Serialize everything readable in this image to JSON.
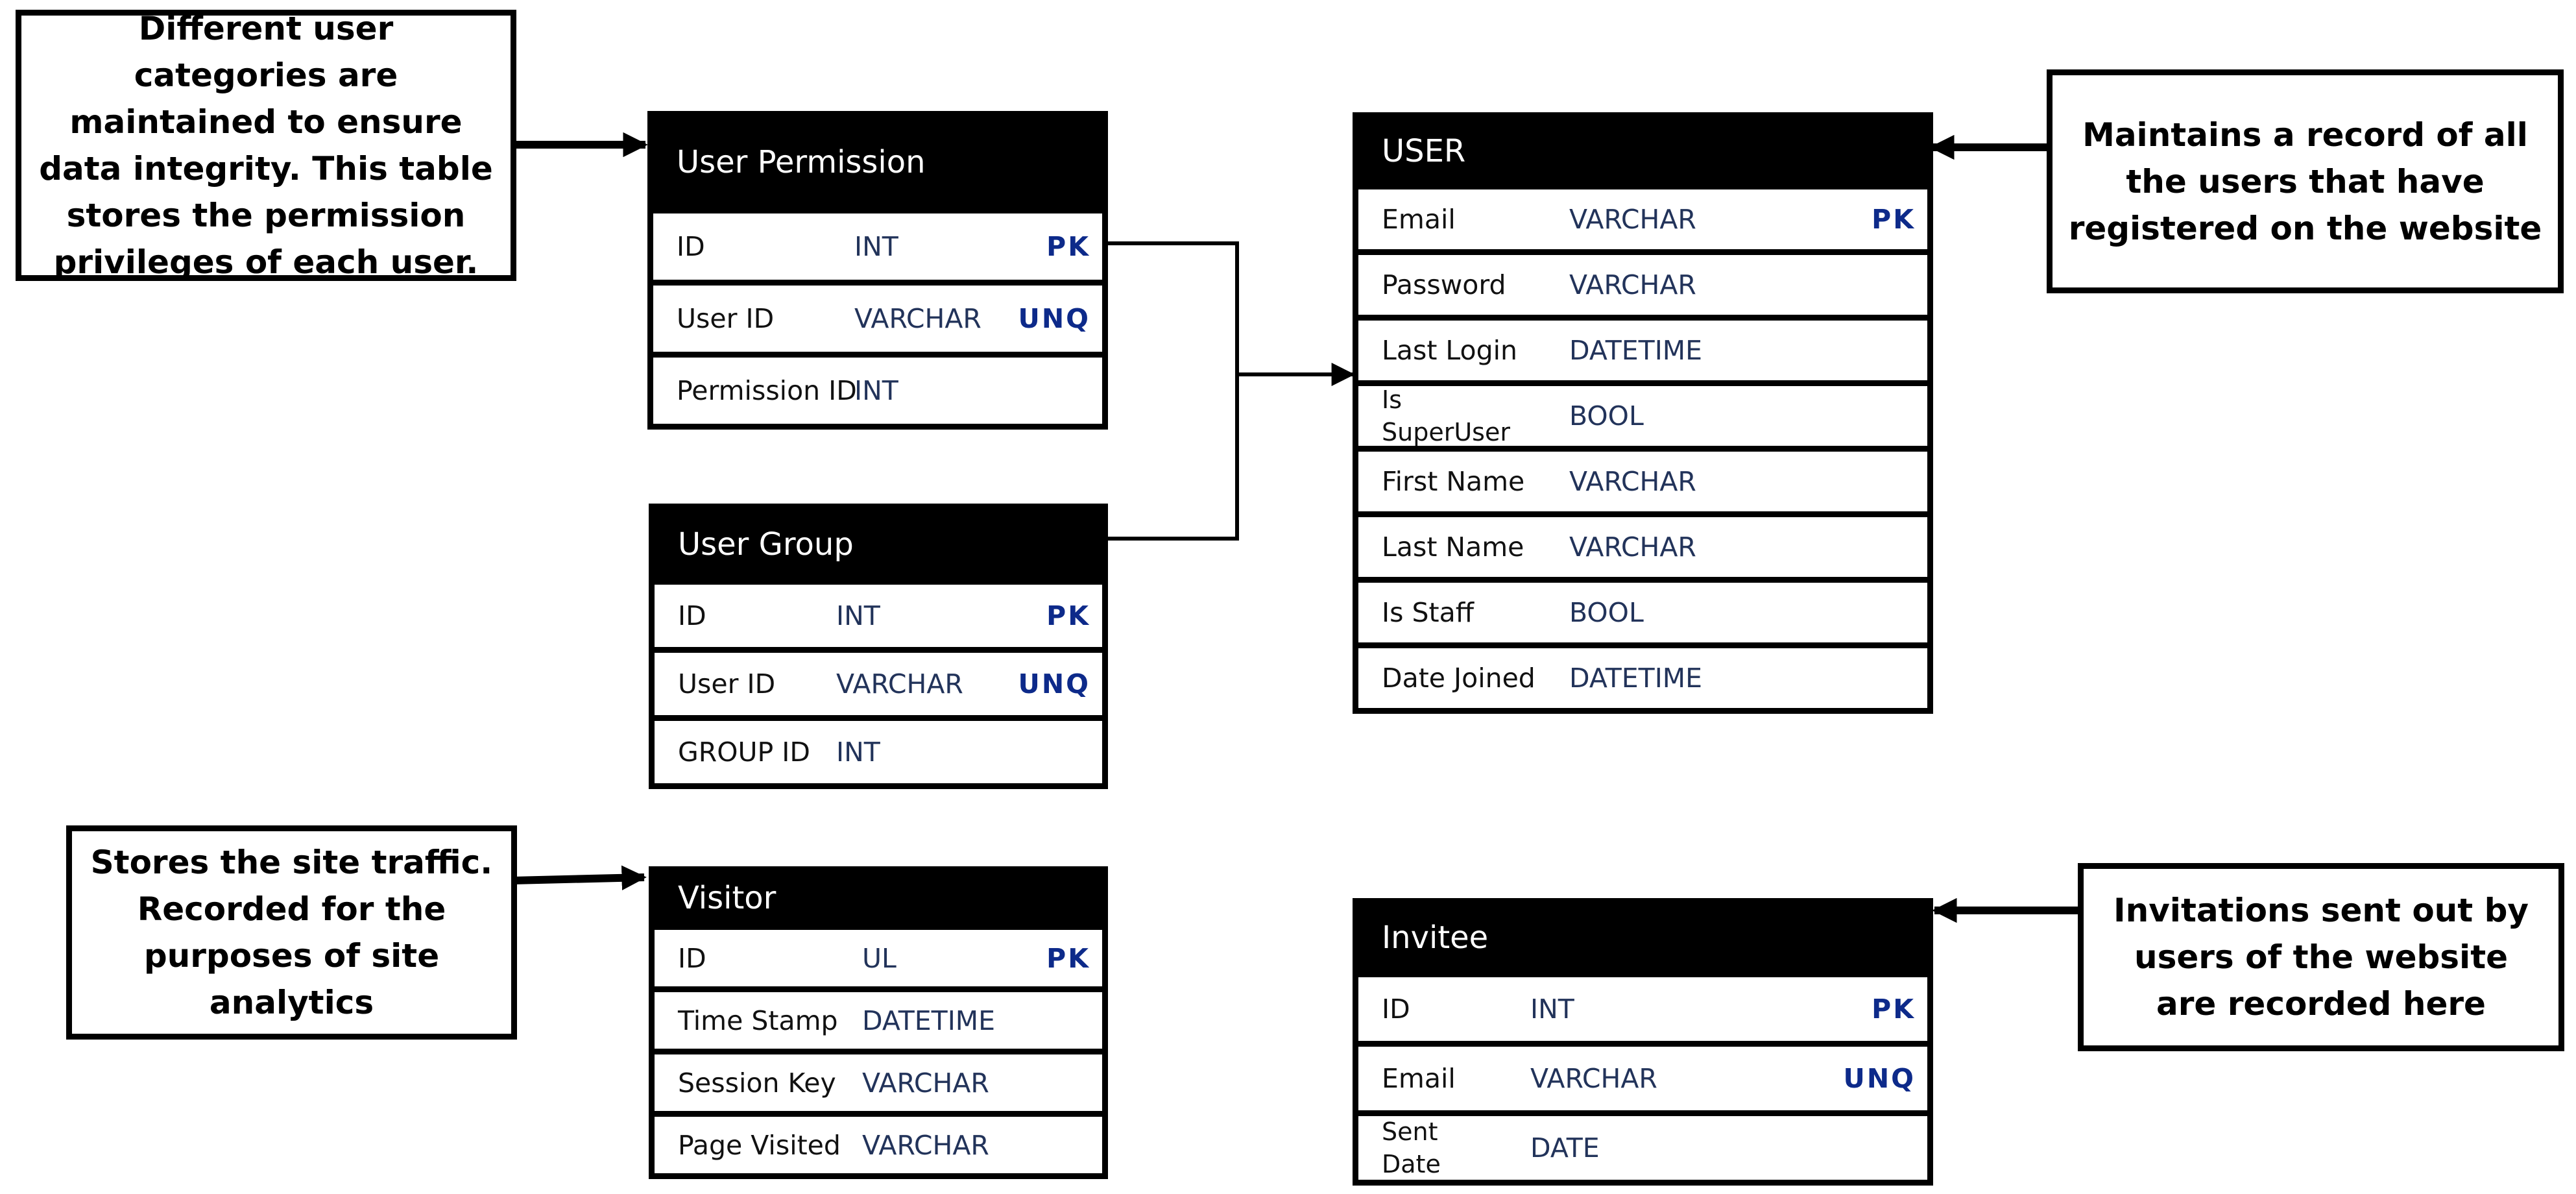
{
  "notes": {
    "user_permission": "Different user categories are maintained to ensure data integrity. This table stores the permission privileges of each user.",
    "user": "Maintains a record of all the users that have registered on the website",
    "visitor": "Stores the site traffic. Recorded for the purposes of site analytics",
    "invitee": "Invitations sent out by users of the website are recorded here"
  },
  "tables": {
    "user_permission": {
      "title": "User Permission",
      "rows": [
        {
          "name": "ID",
          "type": "INT",
          "key": "PK"
        },
        {
          "name": "User ID",
          "type": "VARCHAR",
          "key": "UNQ"
        },
        {
          "name": "Permission ID",
          "type": "INT",
          "key": ""
        }
      ]
    },
    "user_group": {
      "title": "User Group",
      "rows": [
        {
          "name": "ID",
          "type": "INT",
          "key": "PK"
        },
        {
          "name": "User ID",
          "type": "VARCHAR",
          "key": "UNQ"
        },
        {
          "name": "GROUP ID",
          "type": "INT",
          "key": ""
        }
      ]
    },
    "user": {
      "title": "USER",
      "rows": [
        {
          "name": "Email",
          "type": "VARCHAR",
          "key": "PK"
        },
        {
          "name": "Password",
          "type": "VARCHAR",
          "key": ""
        },
        {
          "name": "Last Login",
          "type": "DATETIME",
          "key": ""
        },
        {
          "name": "Is\nSuperUser",
          "type": "BOOL",
          "key": ""
        },
        {
          "name": "First Name",
          "type": "VARCHAR",
          "key": ""
        },
        {
          "name": "Last Name",
          "type": "VARCHAR",
          "key": ""
        },
        {
          "name": "Is Staff",
          "type": "BOOL",
          "key": ""
        },
        {
          "name": "Date Joined",
          "type": "DATETIME",
          "key": ""
        }
      ]
    },
    "visitor": {
      "title": "Visitor",
      "rows": [
        {
          "name": "ID",
          "type": "UL",
          "key": "PK"
        },
        {
          "name": "Time Stamp",
          "type": "DATETIME",
          "key": ""
        },
        {
          "name": "Session Key",
          "type": "VARCHAR",
          "key": ""
        },
        {
          "name": "Page Visited",
          "type": "VARCHAR",
          "key": ""
        }
      ]
    },
    "invitee": {
      "title": "Invitee",
      "rows": [
        {
          "name": "ID",
          "type": "INT",
          "key": "PK"
        },
        {
          "name": "Email",
          "type": "VARCHAR",
          "key": "UNQ"
        },
        {
          "name": "Sent\nDate",
          "type": "DATE",
          "key": ""
        }
      ]
    }
  }
}
